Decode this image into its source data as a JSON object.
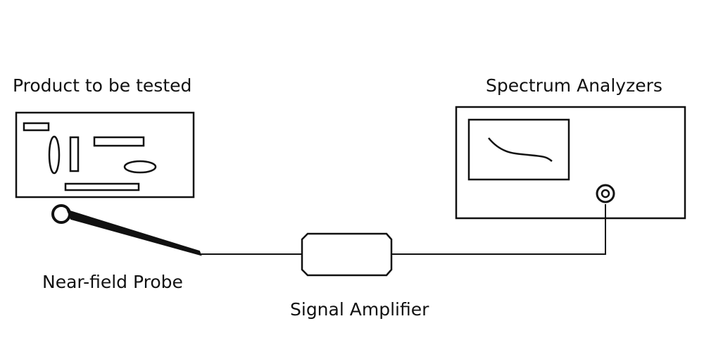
{
  "labels": {
    "product": "Product to be tested",
    "spectrum_analyzer": "Spectrum Analyzers",
    "probe": "Near-field Probe",
    "amplifier": "Signal Amplifier"
  },
  "colors": {
    "stroke": "#111111",
    "background": "#ffffff"
  }
}
